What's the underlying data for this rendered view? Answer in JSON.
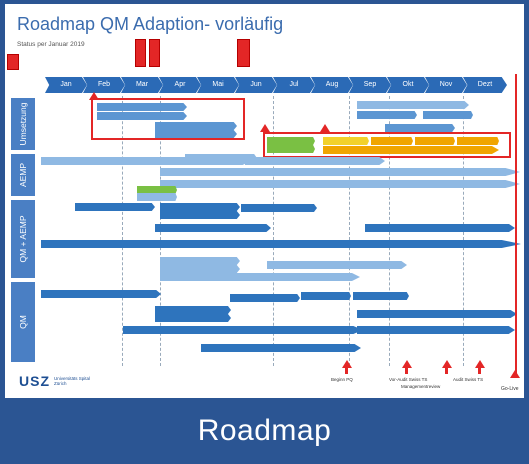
{
  "slide": {
    "title": "Roadmap QM Adaption- vorläufig",
    "subtitle": "Status per Januar 2019",
    "months": [
      "Jan",
      "Feb",
      "Mar",
      "Apr",
      "Mai",
      "Jun",
      "Jul",
      "Aug",
      "Sep",
      "Okt",
      "Nov",
      "Dezt"
    ],
    "row_labels": [
      "Umsetzung",
      "AEMP",
      "QM + AEMP",
      "QM"
    ],
    "milestones": [
      "Beginn PQ",
      "Vor-Audit Swiss TS",
      "Audit Swiss TS",
      "Managementreview",
      "Go-Live"
    ],
    "logo": {
      "short": "USZ",
      "full": "Universitäts Spital Zürich"
    },
    "colors": {
      "accent": "#2b6ab6",
      "alert": "#e32626",
      "highlight": "#f0a500",
      "success": "#7ac043"
    }
  },
  "caption": "Roadmap"
}
